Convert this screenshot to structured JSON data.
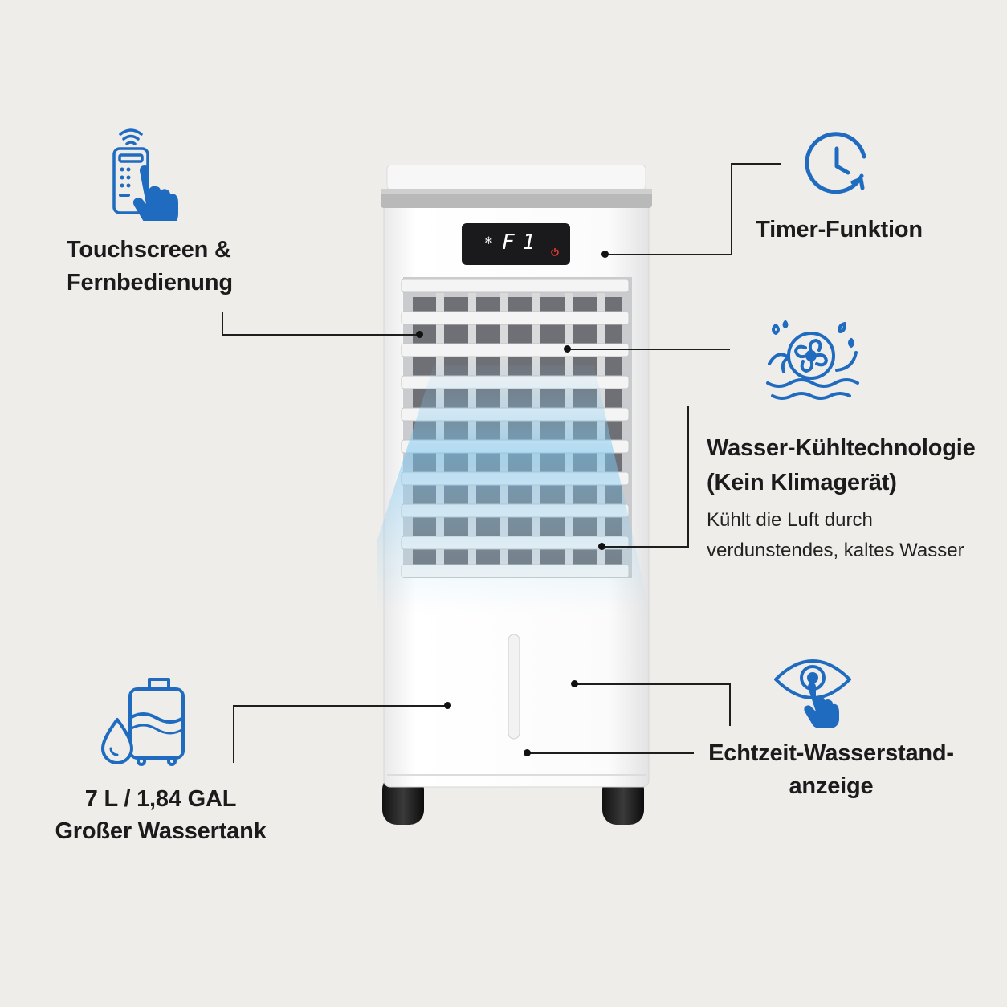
{
  "features": {
    "touch": {
      "title_line1": "Touchscreen &",
      "title_line2": "Fernbedienung",
      "icon": "remote-touch-icon"
    },
    "timer": {
      "title": "Timer-Funktion",
      "icon": "clock-timer-icon"
    },
    "cooling": {
      "title_line1": "Wasser-Kühltechnologie",
      "title_line2": "(Kein Klimagerät)",
      "desc_line1": "Kühlt die Luft durch",
      "desc_line2": "verdunstendes, kaltes Wasser",
      "icon": "water-fan-icon"
    },
    "tank": {
      "title_line1": "7 L / 1,84 GAL",
      "title_line2": "Großer Wassertank",
      "icon": "water-tank-icon"
    },
    "level": {
      "title_line1": "Echtzeit-Wasserstand-",
      "title_line2": "anzeige",
      "icon": "eye-touch-icon"
    }
  },
  "device": {
    "display_text": "F1",
    "display_mode_icon": "snowflake-icon",
    "power_icon": "power-icon"
  },
  "colors": {
    "accent": "#1f6bc0",
    "background": "#efedea",
    "display": "#1a1a1d",
    "power": "#e03a2f"
  }
}
